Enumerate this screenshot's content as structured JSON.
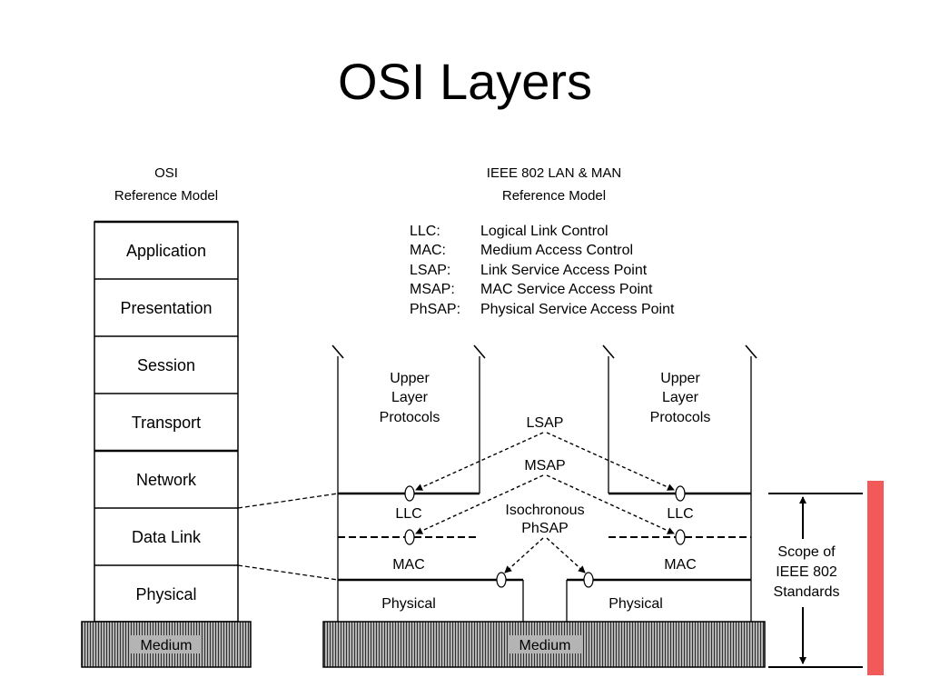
{
  "title": "OSI Layers",
  "osi_model": {
    "header_line1": "OSI",
    "header_line2": "Reference Model",
    "layers": [
      "Application",
      "Presentation",
      "Session",
      "Transport",
      "Network",
      "Data Link",
      "Physical"
    ],
    "medium": "Medium"
  },
  "ieee_model": {
    "header_line1": "IEEE 802 LAN & MAN",
    "header_line2": "Reference Model",
    "legend": [
      {
        "abbr": "LLC:",
        "meaning": "Logical Link Control"
      },
      {
        "abbr": "MAC:",
        "meaning": "Medium Access Control"
      },
      {
        "abbr": "LSAP:",
        "meaning": "Link Service Access Point"
      },
      {
        "abbr": "MSAP:",
        "meaning": "MAC Service Access Point"
      },
      {
        "abbr": "PhSAP:",
        "meaning": "Physical Service Access Point"
      }
    ],
    "left_stack": {
      "upper_line1": "Upper",
      "upper_line2": "Layer",
      "upper_line3": "Protocols",
      "llc": "LLC",
      "mac": "MAC",
      "physical": "Physical"
    },
    "right_stack": {
      "upper_line1": "Upper",
      "upper_line2": "Layer",
      "upper_line3": "Protocols",
      "llc": "LLC",
      "mac": "MAC",
      "physical": "Physical"
    },
    "lsap_label": "LSAP",
    "msap_label": "MSAP",
    "phsap_line1": "Isochronous",
    "phsap_line2": "PhSAP",
    "medium": "Medium"
  },
  "scope": {
    "line1": "Scope of",
    "line2": "IEEE 802",
    "line3": "Standards"
  },
  "colors": {
    "accent_bar": "#f25a5a",
    "medium_fill": "#b4b4b4",
    "medium_hatch": "#2f2f2f"
  }
}
